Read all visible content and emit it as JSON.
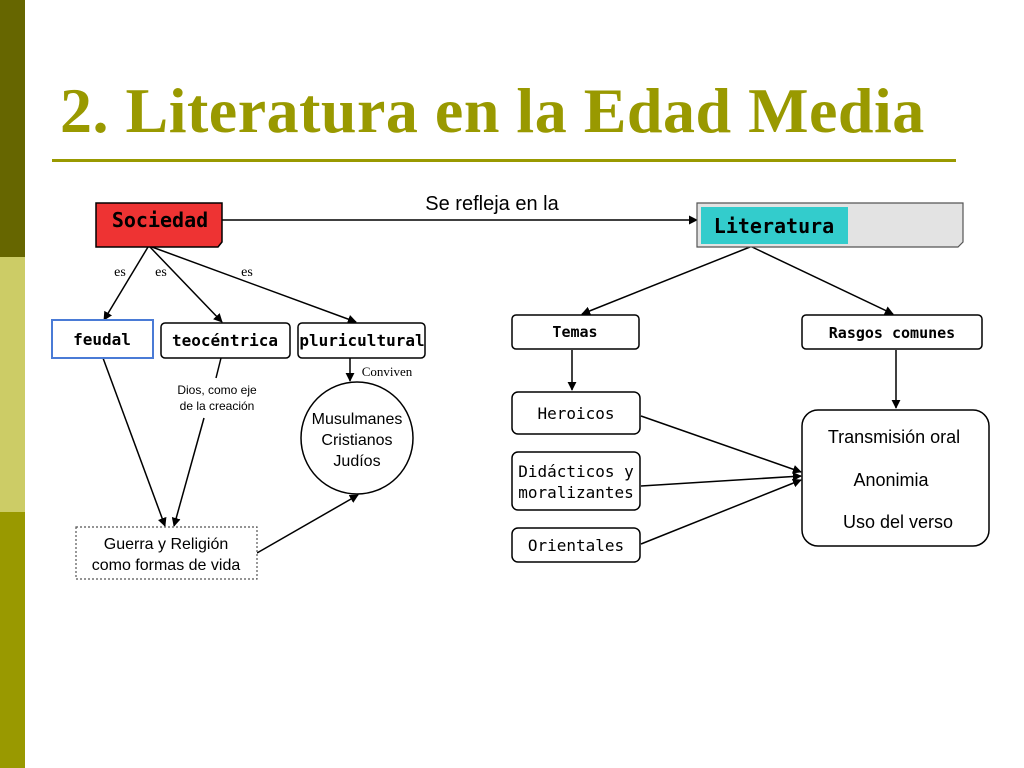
{
  "title": "2. Literatura en la Edad Media",
  "colors": {
    "accent": "#999900",
    "bar_dark": "#666600",
    "bar_light": "#cccc66",
    "sociedad_fill": "#ee3333",
    "literatura_fill": "#33cccc",
    "literatura_shadow": "#e3e3e3",
    "feudal_border": "#4a7bd6"
  },
  "diagram": {
    "top_link_label": "Se refleja en la",
    "sociedad": {
      "label": "Sociedad",
      "edge_labels": [
        "es",
        "es",
        "es"
      ],
      "feudal": "feudal",
      "teocentrica": "teocéntrica",
      "pluricultural": "pluricultural",
      "teocentrica_note": [
        "Dios, como eje",
        "de la creación"
      ],
      "pluricultural_link": "Conviven",
      "peoples": [
        "Musulmanes",
        "Cristianos",
        "Judíos"
      ],
      "guerra": [
        "Guerra y Religión",
        "como formas de vida"
      ]
    },
    "literatura": {
      "label": "Literatura",
      "temas": {
        "label": "Temas",
        "items": [
          "Heroicos",
          "Didácticos y",
          "moralizantes",
          "Orientales"
        ]
      },
      "rasgos": {
        "label": "Rasgos comunes",
        "items": [
          "Transmisión oral",
          "Anonimia",
          "Uso del verso"
        ]
      }
    }
  }
}
